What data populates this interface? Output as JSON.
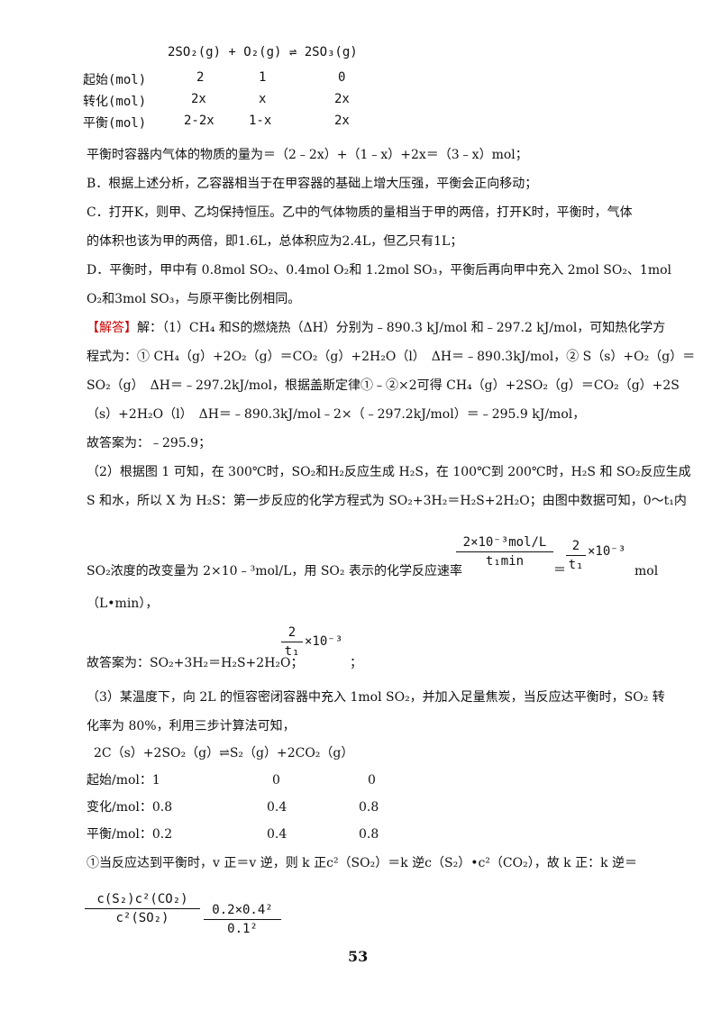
{
  "top_equation": {
    "reaction": "2SO₂(g) + O₂(g) ⇌ 2SO₃(g)",
    "rows": [
      {
        "label": "起始(mol)",
        "a": "2",
        "b": "1",
        "c": "0"
      },
      {
        "label": "转化(mol)",
        "a": "2x",
        "b": "x",
        "c": "2x"
      },
      {
        "label": "平衡(mol)",
        "a": "2-2x",
        "b": "1-x",
        "c": "2x"
      }
    ]
  },
  "lines": {
    "l1": "平衡时容器内气体的物质的量为＝（2﹣2x）+（1﹣x）+2x＝（3﹣x）mol；",
    "l2": "B．根据上述分析，乙容器相当于在甲容器的基础上增大压强，平衡会正向移动；",
    "l3": "C．打开K，则甲、乙均保持恒压。乙中的气体物质的量相当于甲的两倍，打开K时，平衡时，气体",
    "l4": "的体积也该为甲的两倍，即1.6L，总体积应为2.4L，但乙只有1L；",
    "l5": "D．平衡时，甲中有 0.8mol SO₂、0.4mol O₂和 1.2mol SO₃，平衡后再向甲中充入 2mol SO₂、1mol",
    "l6": "O₂和3mol SO₃，与原平衡比例相同。",
    "l7_tag": "【解答】",
    "l7": "解：（1）CH₄ 和S的燃烧热（ΔH）分别为﹣890.3 kJ/mol 和﹣297.2 kJ/mol，可知热化学方",
    "l8": "程式为：① CH₄（g）+2O₂（g）＝CO₂（g）+2H₂O（l）　ΔH＝﹣890.3kJ/mol，② S（s）+O₂（g）＝",
    "l9": "SO₂（g）　ΔH＝﹣297.2kJ/mol，根据盖斯定律①﹣②×2可得 CH₄（g）+2SO₂（g）＝CO₂（g）+2S",
    "l10": "（s）+2H₂O（l）　ΔH＝﹣890.3kJ/mol﹣2×（﹣297.2kJ/mol）＝﹣295.9 kJ/mol，",
    "l11": "故答案为：﹣295.9；",
    "l12": "（2）根据图 1 可知，在 300℃时，SO₂和H₂反应生成 H₂S，在 100℃到 200℃时，H₂S 和 SO₂反应生成",
    "l13": "S 和水，所以 X 为 H₂S：第一步反应的化学方程式为 SO₂+3H₂＝H₂S+2H₂O；由图中数据可知，0～t₁内",
    "l14": "SO₂浓度的改变量为 2×10﹣³mol/L，用 SO₂ 表示的化学反应速率",
    "l14_unit": "mol",
    "l15": "（L•min），",
    "l16": "故答案为：SO₂+3H₂＝H₂S+2H₂O；",
    "l16_end": "；",
    "l17": "（3）某温度下，向 2L 的恒容密闭容器中充入 1mol SO₂，并加入足量焦炭，当反应达平衡时，SO₂ 转",
    "l18": "化率为 80%，利用三步计算法可知，",
    "l19": "2C（s）+2SO₂（g）⇌S₂（g）+2CO₂（g）",
    "l23": "①当反应达到平衡时，v 正＝v 逆，则 k 正c²（SO₂）＝k 逆c（S₂）•c²（CO₂），故 k 正：k 逆＝"
  },
  "table3": [
    {
      "label": "起始/mol：1",
      "b": "0",
      "c": "0"
    },
    {
      "label": "变化/mol：0.8",
      "b": "0.4",
      "c": "0.8"
    },
    {
      "label": "平衡/mol：0.2",
      "b": "0.4",
      "c": "0.8"
    }
  ],
  "fractions": {
    "rate_num": "2×10⁻³mol/L",
    "rate_den": "t₁min",
    "rate_eq": "＝",
    "rate2_num": "2",
    "rate2_den": "t₁",
    "rate2_tail": "×10⁻³",
    "ans_num": "2",
    "ans_den": "t₁",
    "ans_tail": "×10⁻³",
    "k_num": "c(S₂)c²(CO₂)",
    "k_den": "c²(SO₂)",
    "k2_num": "0.2×0.4²",
    "k2_den": "0.1²"
  },
  "page_number": "53"
}
